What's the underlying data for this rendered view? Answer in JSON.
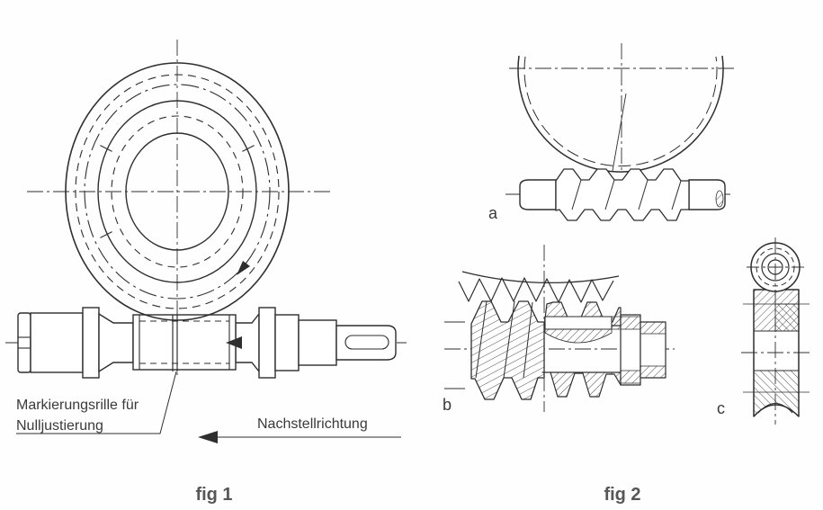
{
  "figure1": {
    "caption": "fig 1",
    "marking_label_line1": "Markierungsrille für",
    "marking_label_line2": "Nulljustierung",
    "direction_label": "Nachstellrichtung"
  },
  "figure2": {
    "caption": "fig 2",
    "label_a": "a",
    "label_b": "b",
    "label_c": "c"
  },
  "colors": {
    "line": "#2e2e2e",
    "caption_text": "#575757",
    "label_text": "#3a3a3a",
    "background": "#fefefe"
  }
}
